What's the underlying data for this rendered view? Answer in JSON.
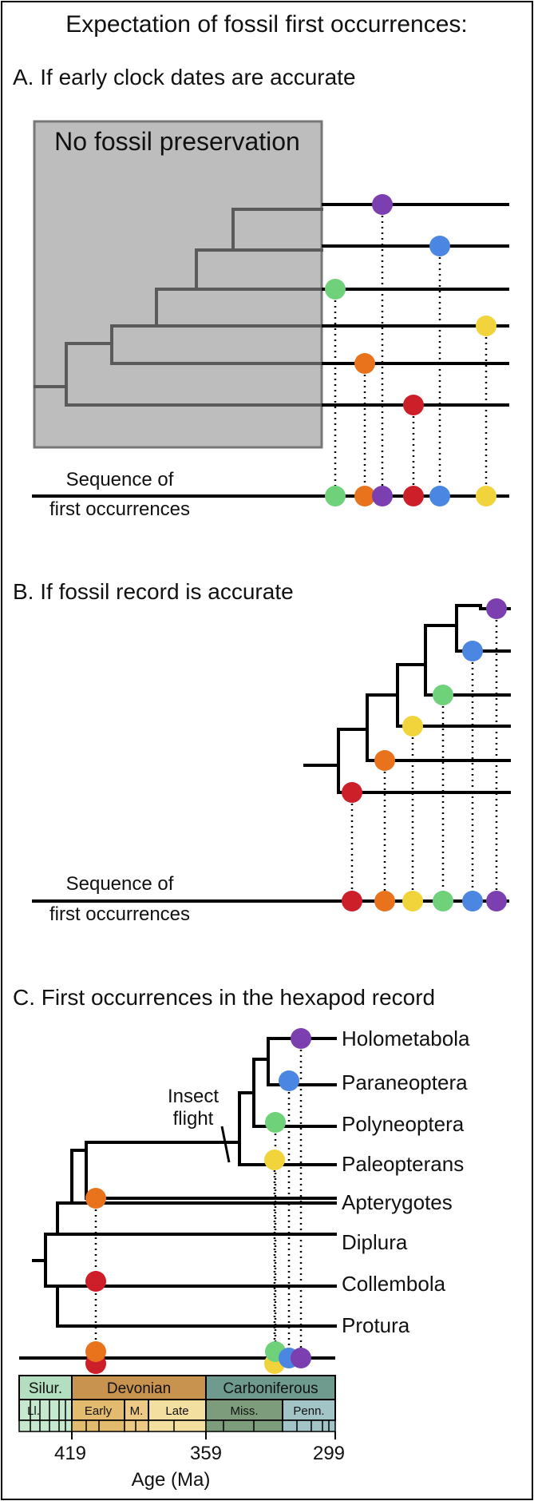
{
  "title": "Expectation of fossil first occurrences:",
  "panel_a": {
    "heading": "A. If early clock dates are accurate",
    "box_label": "No fossil preservation",
    "sequence_label_1": "Sequence of",
    "sequence_label_2": "first occurrences"
  },
  "panel_b": {
    "heading": "B. If fossil record is accurate",
    "sequence_label_1": "Sequence of",
    "sequence_label_2": "first occurrences"
  },
  "panel_c": {
    "heading": "C. First occurrences in the hexapod record",
    "annotation_1": "Insect",
    "annotation_2": "flight",
    "taxa": [
      "Holometabola",
      "Paraneoptera",
      "Polyneoptera",
      "Paleopterans",
      "Apterygotes",
      "Diplura",
      "Collembola",
      "Protura"
    ]
  },
  "timescale": {
    "periods": [
      "Silur.",
      "Devonian",
      "Carboniferous"
    ],
    "epochs": [
      "Ll.",
      "Early",
      "M.",
      "Late",
      "Miss.",
      "Penn."
    ],
    "ticks": [
      "419",
      "359",
      "299"
    ],
    "axis_label": "Age (Ma)",
    "colors": {
      "silurian": "#b3dfc0",
      "silurian_sub": "#c6e8cf",
      "devonian": "#c8924f",
      "devonian_early": "#e3bb6e",
      "devonian_middle": "#ecc984",
      "devonian_late": "#f3dfa0",
      "carboniferous": "#6e9b8e",
      "mississippian": "#7c9c7c",
      "pennsylvanian": "#a2c4c7"
    }
  },
  "colors": {
    "purple": "#7b3fb0",
    "blue": "#4a86e2",
    "green": "#6fd27a",
    "yellow": "#f1d43c",
    "orange": "#e8731c",
    "red": "#cc1f2a",
    "box_fill": "#bdbdbd",
    "box_stroke": "#777777"
  }
}
